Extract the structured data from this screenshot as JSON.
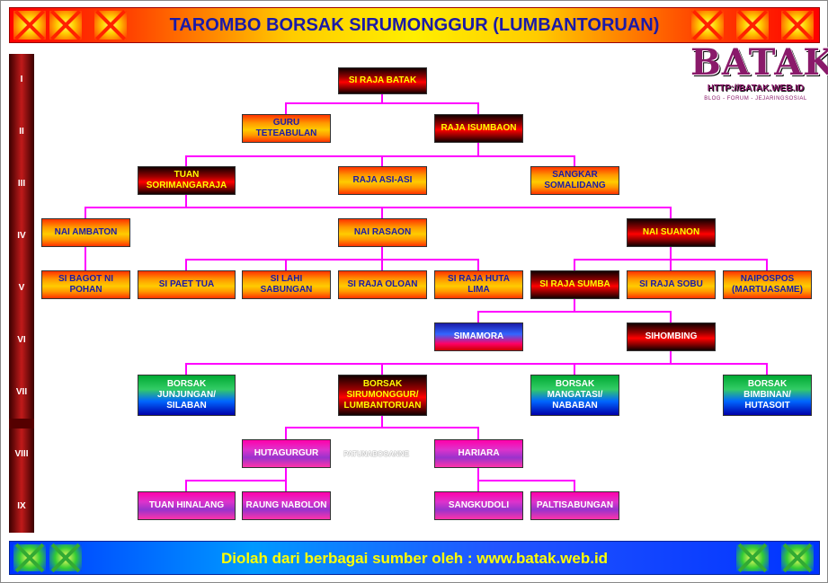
{
  "title": "TAROMBO BORSAK SIRUMONGGUR (LUMBANTORUAN)",
  "footer": "Diolah dari berbagai sumber oleh : www.batak.web.id",
  "logo": {
    "name": "BATAK",
    "url": "HTTP://BATAK.WEB.ID",
    "tagline": "BLOG - FORUM - JEJARINGSOSIAL"
  },
  "generations": [
    "I",
    "II",
    "III",
    "IV",
    "V",
    "VI",
    "VII",
    "VIII",
    "IX"
  ],
  "colors": {
    "line": "#ff00ff",
    "title": "#1a1aa8",
    "footer_text": "#ffff00"
  },
  "nodes": {
    "si_raja_batak": "SI RAJA BATAK",
    "guru_teteabulan": "GURU TETEABULAN",
    "raja_isumbaon": "RAJA ISUMBAON",
    "tuan_sorimangaraja": "TUAN SORIMANGARAJA",
    "raja_asi_asi": "RAJA ASI-ASI",
    "sangkar_somalidang": "SANGKAR SOMALIDANG",
    "nai_ambaton": "NAI AMBATON",
    "nai_rasaon": "NAI RASAON",
    "nai_suanon": "NAI SUANON",
    "si_bagot_ni_pohan": "SI BAGOT NI POHAN",
    "si_paet_tua": "SI PAET TUA",
    "si_lahi_sabungan": "SI LAHI SABUNGAN",
    "si_raja_oloan": "SI RAJA OLOAN",
    "si_raja_huta_lima": "SI RAJA HUTA LIMA",
    "si_raja_sumba": "SI RAJA SUMBA",
    "si_raja_sobu": "SI RAJA SOBU",
    "naipospos": "NAIPOSPOS (MARTUASAME)",
    "simamora": "SIMAMORA",
    "sihombing": "SIHOMBING",
    "borsak_junjungan": "BORSAK JUNJUNGAN/ SILABAN",
    "borsak_sirumonggur": "BORSAK SIRUMONGGUR/ LUMBANTORUAN",
    "borsak_mangatasi": "BORSAK MANGATASI/ NABABAN",
    "borsak_bimbinan": "BORSAK BIMBINAN/ HUTASOIT",
    "hutagurgur": "HUTAGURGUR",
    "hariara": "HARIARA",
    "tuan_hinalang": "TUAN HINALANG",
    "raung_nabolon": "RAUNG NABOLON",
    "sangkudoli": "SANGKUDOLI",
    "paltisabungan": "PALTISABUNGAN"
  },
  "note": "PATUNABOGANNE"
}
